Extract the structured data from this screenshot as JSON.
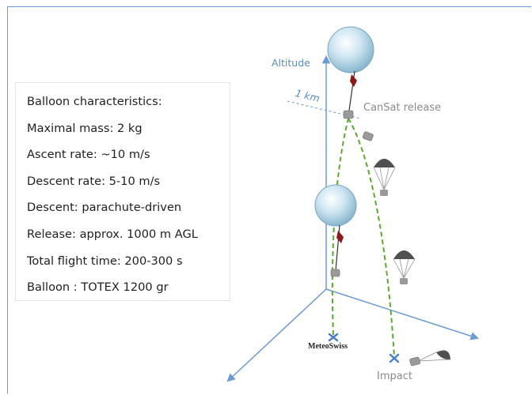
{
  "info": {
    "lines": [
      "Balloon characteristics:",
      "Maximal mass: 2 kg",
      "Ascent rate: ~10 m/s",
      "Descent rate: 5-10 m/s",
      "Descent: parachute-driven",
      "Release: approx. 1000 m AGL",
      "Total flight time: 200-300 s",
      "Balloon : TOTEX 1200 gr"
    ]
  },
  "labels": {
    "altitude": "Altitude",
    "one_km": "1 km",
    "release": "CanSat release",
    "meteoswiss": "MeteoSwiss",
    "impact": "Impact"
  },
  "colors": {
    "axis": "#6b9bd1",
    "trajectory": "#5aa832",
    "balloon": "#bcdcec",
    "gondola": "#8a1a1a",
    "cansat": "#9a9a9a",
    "parachute": "#505050",
    "marker": "#4a80c8"
  }
}
